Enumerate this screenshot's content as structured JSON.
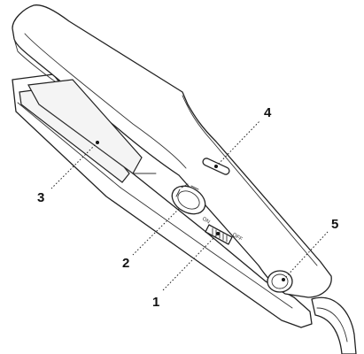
{
  "callouts": [
    {
      "id": "1",
      "label": "1"
    },
    {
      "id": "2",
      "label": "2"
    },
    {
      "id": "3",
      "label": "3"
    },
    {
      "id": "4",
      "label": "4"
    },
    {
      "id": "5",
      "label": "5"
    }
  ],
  "switch_labels": {
    "on": "ON",
    "off": "OFF"
  }
}
